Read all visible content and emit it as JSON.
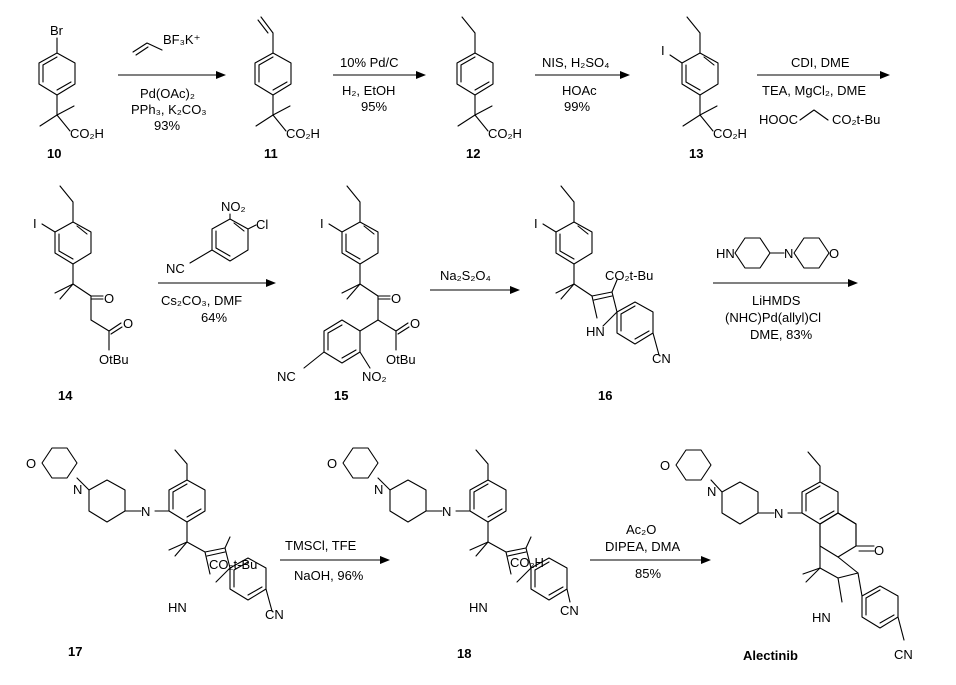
{
  "compounds": {
    "c10": "10",
    "c11": "11",
    "c12": "12",
    "c13": "13",
    "c14": "14",
    "c15": "15",
    "c16": "16",
    "c17": "17",
    "c18": "18",
    "alectinib": "Alectinib"
  },
  "atom_labels": {
    "br": "Br",
    "co2h": "CO₂H",
    "i": "I",
    "o": "O",
    "otbu": "OtBu",
    "co2tbu": "CO₂t-Bu",
    "hn": "HN",
    "cn": "CN",
    "nc": "NC",
    "no2": "NO₂",
    "cl": "Cl",
    "n": "N",
    "hooc": "HOOC"
  },
  "steps": [
    {
      "reagents": [
        "Pd(OAc)₂",
        "PPh₃, K₂CO₃",
        "93%"
      ],
      "above_label": "BF₃K⁺"
    },
    {
      "reagents": [
        "10% Pd/C",
        "H₂, EtOH",
        "95%"
      ]
    },
    {
      "reagents": [
        "NIS, H₂SO₄",
        "HOAc",
        "99%"
      ]
    },
    {
      "reagents": [
        "CDI, DME",
        "TEA, MgCl₂, DME",
        "CO₂t-Bu"
      ]
    },
    {
      "reagents": [
        "Cs₂CO₃, DMF",
        "64%"
      ]
    },
    {
      "reagents": [
        "Na₂S₂O₄"
      ]
    },
    {
      "reagents": [
        "LiHMDS",
        "(NHC)Pd(allyl)Cl",
        "DME, 83%"
      ]
    },
    {
      "reagents": [
        "TMSCl, TFE",
        "NaOH, 96%"
      ]
    },
    {
      "reagents": [
        "Ac₂O",
        "DIPEA, DMA",
        "85%"
      ]
    }
  ]
}
